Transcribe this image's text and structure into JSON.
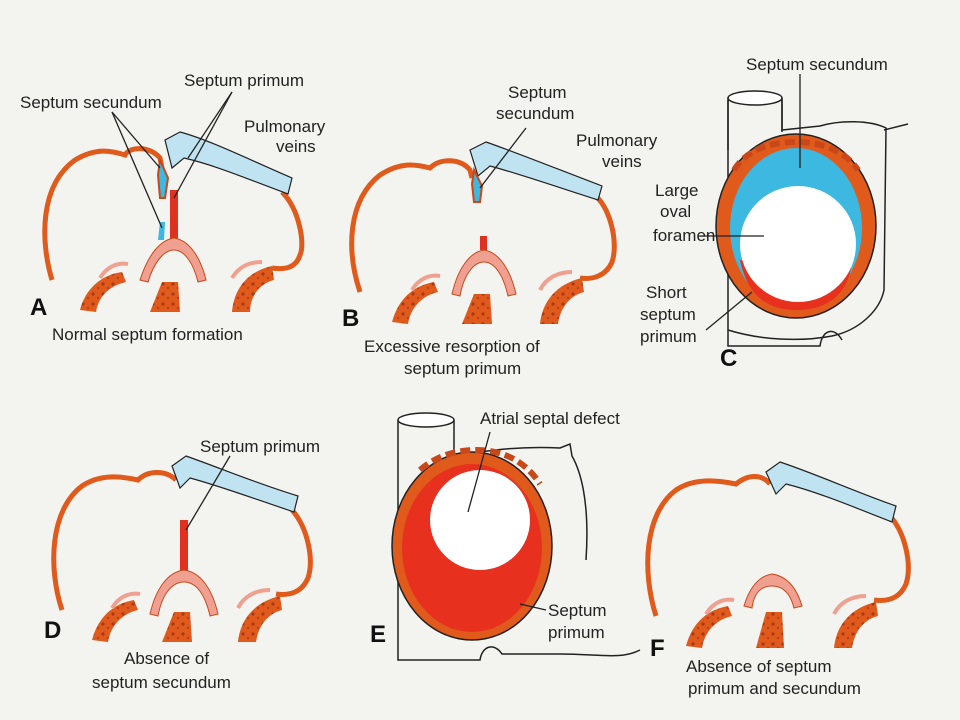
{
  "colors": {
    "wall": "#e05a1c",
    "wall_dark": "#c8481a",
    "septum_primum": "#f0a090",
    "septum_dark": "#e03020",
    "vein_blue": "#9fd7ec",
    "cavity_blue": "#3db8e0",
    "cavity_red": "#e8301e",
    "outline": "#222222",
    "background": "#f3f3ef"
  },
  "panels": {
    "a": {
      "letter": "A",
      "caption": [
        "Normal septum formation"
      ],
      "labels": {
        "septum_secundum": "Septum secundum",
        "septum_primum": "Septum primum",
        "pulmonary_veins": [
          "Pulmonary",
          "veins"
        ]
      }
    },
    "b": {
      "letter": "B",
      "caption": [
        "Excessive resorption of",
        "septum primum"
      ],
      "labels": {
        "septum_secundum": [
          "Septum",
          "secundum"
        ],
        "pulmonary_veins": [
          "Pulmonary",
          "veins"
        ]
      }
    },
    "c": {
      "letter": "C",
      "caption": [],
      "labels": {
        "septum_secundum": "Septum secundum",
        "large_oval_foramen": [
          "Large",
          "oval",
          "foramen"
        ],
        "short_septum_primum": [
          "Short",
          "septum",
          "primum"
        ]
      }
    },
    "d": {
      "letter": "D",
      "caption": [
        "Absence of",
        "septum secundum"
      ],
      "labels": {
        "septum_primum": "Septum primum"
      }
    },
    "e": {
      "letter": "E",
      "caption": [],
      "labels": {
        "atrial_septal_defect": "Atrial septal defect",
        "septum_primum": [
          "Septum",
          "primum"
        ]
      }
    },
    "f": {
      "letter": "F",
      "caption": [
        "Absence of septum",
        "primum and secundum"
      ],
      "labels": {}
    }
  }
}
